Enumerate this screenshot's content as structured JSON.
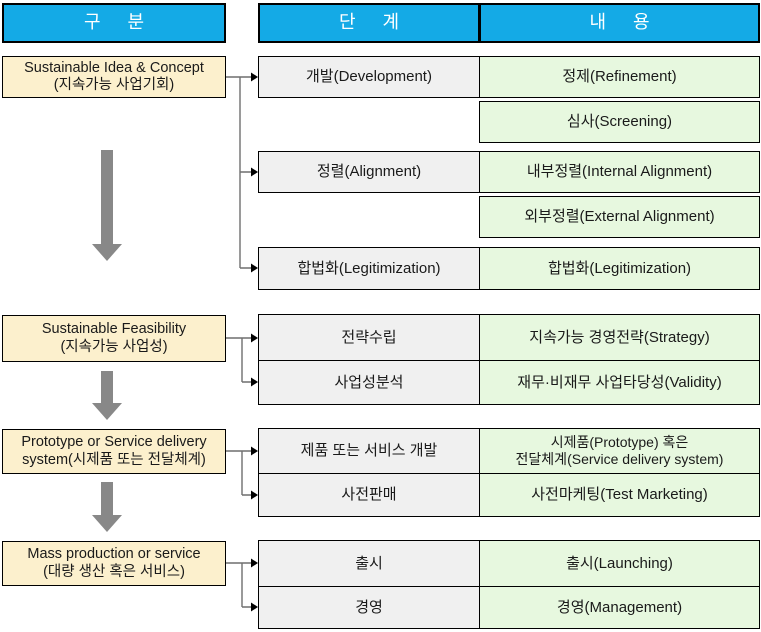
{
  "title": "지속가능 사업 프로세스 단계 다이어그램",
  "colors": {
    "header_bg": "#14AAE6",
    "category_bg": "#FCF0CD",
    "step_bg": "#F0F0F0",
    "content_bg": "#E7F8DF",
    "arrow_gray": "#888888",
    "connector": "#6F6F6F",
    "header_text": "#FFFFFF",
    "text": "#1A1A1A"
  },
  "header": {
    "category": "구 분",
    "stage": "단 계",
    "content": "내 용"
  },
  "groups": [
    {
      "category": {
        "line1": "Sustainable Idea & Concept",
        "line2": "(지속가능 사업기회)"
      },
      "steps": [
        "개발(Development)",
        "정렬(Alignment)",
        "합법화(Legitimization)"
      ],
      "contents": [
        "정제(Refinement)",
        "심사(Screening)",
        "내부정렬(Internal Alignment)",
        "외부정렬(External Alignment)",
        "합법화(Legitimization)"
      ]
    },
    {
      "category": {
        "line1": "Sustainable Feasibility",
        "line2": "(지속가능 사업성)"
      },
      "steps": [
        "전략수립",
        "사업성분석"
      ],
      "contents": [
        "지속가능 경영전략(Strategy)",
        "재무·비재무 사업타당성(Validity)"
      ]
    },
    {
      "category": {
        "line1": "Prototype or Service delivery",
        "line2": "system(시제품 또는 전달체계)"
      },
      "steps": [
        "제품 또는 서비스 개발",
        "사전판매"
      ],
      "contents": [
        {
          "line1": "시제품(Prototype) 혹은",
          "line2": "전달체계(Service delivery system)"
        },
        "사전마케팅(Test Marketing)"
      ]
    },
    {
      "category": {
        "line1": "Mass production or service",
        "line2": "(대량 생산 혹은 서비스)"
      },
      "steps": [
        "출시",
        "경영"
      ],
      "contents": [
        "출시(Launching)",
        "경영(Management)"
      ]
    }
  ]
}
